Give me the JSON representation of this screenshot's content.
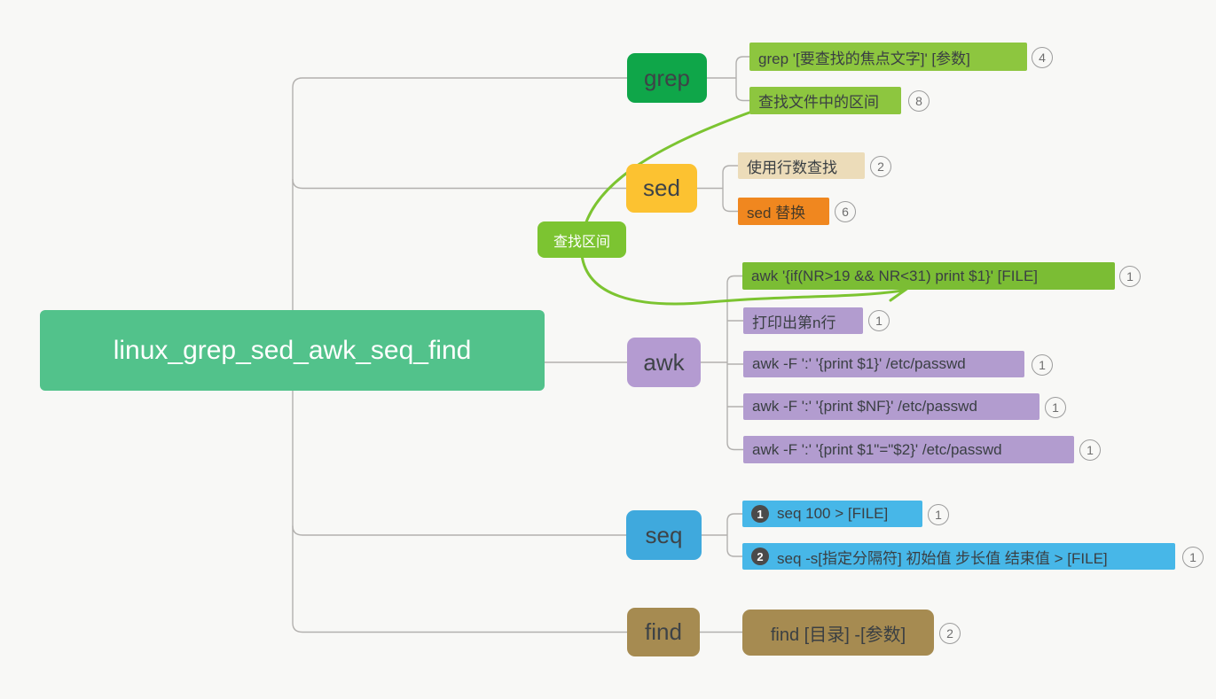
{
  "canvas": {
    "background": "#f8f8f6",
    "connector_color": "#b2b0ae"
  },
  "root": {
    "label": "linux_grep_sed_awk_seq_find",
    "color": "#52c28b",
    "text_color": "#ffffff"
  },
  "branches": [
    {
      "label": "grep",
      "color": "#0fa649",
      "children": [
        {
          "label": "grep '[要查找的焦点文字]' [参数]",
          "badge": "4",
          "color": "#8dc63f"
        },
        {
          "label": "查找文件中的区间",
          "badge": "8",
          "color": "#8dc63f"
        }
      ]
    },
    {
      "label": "sed",
      "color": "#fcc231",
      "children": [
        {
          "label": "使用行数查找",
          "badge": "2",
          "color": "#ecdcb9"
        },
        {
          "label": "sed 替换",
          "badge": "6",
          "color": "#f0871f"
        }
      ]
    },
    {
      "label": "awk",
      "color": "#b49bd1",
      "children": [
        {
          "label": "awk '{if(NR>19 && NR<31) print $1}' [FILE]",
          "badge": "1",
          "color": "#7bbd34"
        },
        {
          "label": "打印出第n行",
          "badge": "1",
          "color": "#b29ccf"
        },
        {
          "label": "awk -F ':' '{print $1}' /etc/passwd",
          "badge": "1",
          "color": "#b29ccf"
        },
        {
          "label": "awk -F ':' '{print $NF}' /etc/passwd",
          "badge": "1",
          "color": "#b29ccf"
        },
        {
          "label": "awk -F ':' '{print $1\"=\"$2}' /etc/passwd",
          "badge": "1",
          "color": "#b29ccf"
        }
      ]
    },
    {
      "label": "seq",
      "color": "#3fa9dd",
      "children": [
        {
          "label": "seq 100 > [FILE]",
          "badge": "1",
          "marker": "1",
          "color": "#47b7e8"
        },
        {
          "label": "seq -s[指定分隔符] 初始值 步长值 结束值 > [FILE]",
          "badge": "1",
          "marker": "2",
          "color": "#47b7e8"
        }
      ]
    },
    {
      "label": "find",
      "color": "#a68b51",
      "children": [
        {
          "label": "find [目录] -[参数]",
          "badge": "2",
          "color": "#a68b51"
        }
      ]
    }
  ],
  "relationship": {
    "label": "查找区间",
    "color": "#7cc431"
  }
}
